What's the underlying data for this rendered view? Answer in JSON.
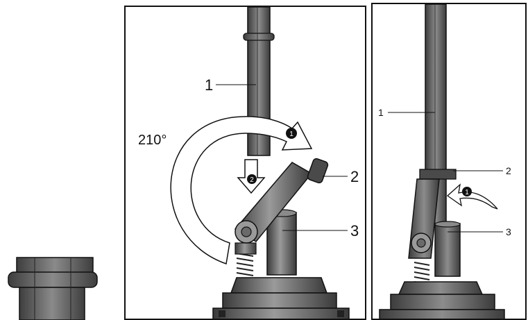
{
  "middle_panel": {
    "callouts": [
      {
        "id": "rod",
        "text": "1"
      },
      {
        "id": "lever",
        "text": "2"
      },
      {
        "id": "base",
        "text": "3"
      }
    ],
    "angle_label": "210°",
    "step_markers": [
      "1",
      "2"
    ]
  },
  "right_panel": {
    "callouts": [
      {
        "id": "rod",
        "text": "1"
      },
      {
        "id": "lever",
        "text": "2"
      },
      {
        "id": "base",
        "text": "3"
      }
    ],
    "step_markers": [
      "1"
    ]
  },
  "colors": {
    "metal_dark": "#5a5a5a",
    "metal_mid": "#7d7d7d",
    "metal_light": "#a9a9a9",
    "outline": "#111111"
  }
}
